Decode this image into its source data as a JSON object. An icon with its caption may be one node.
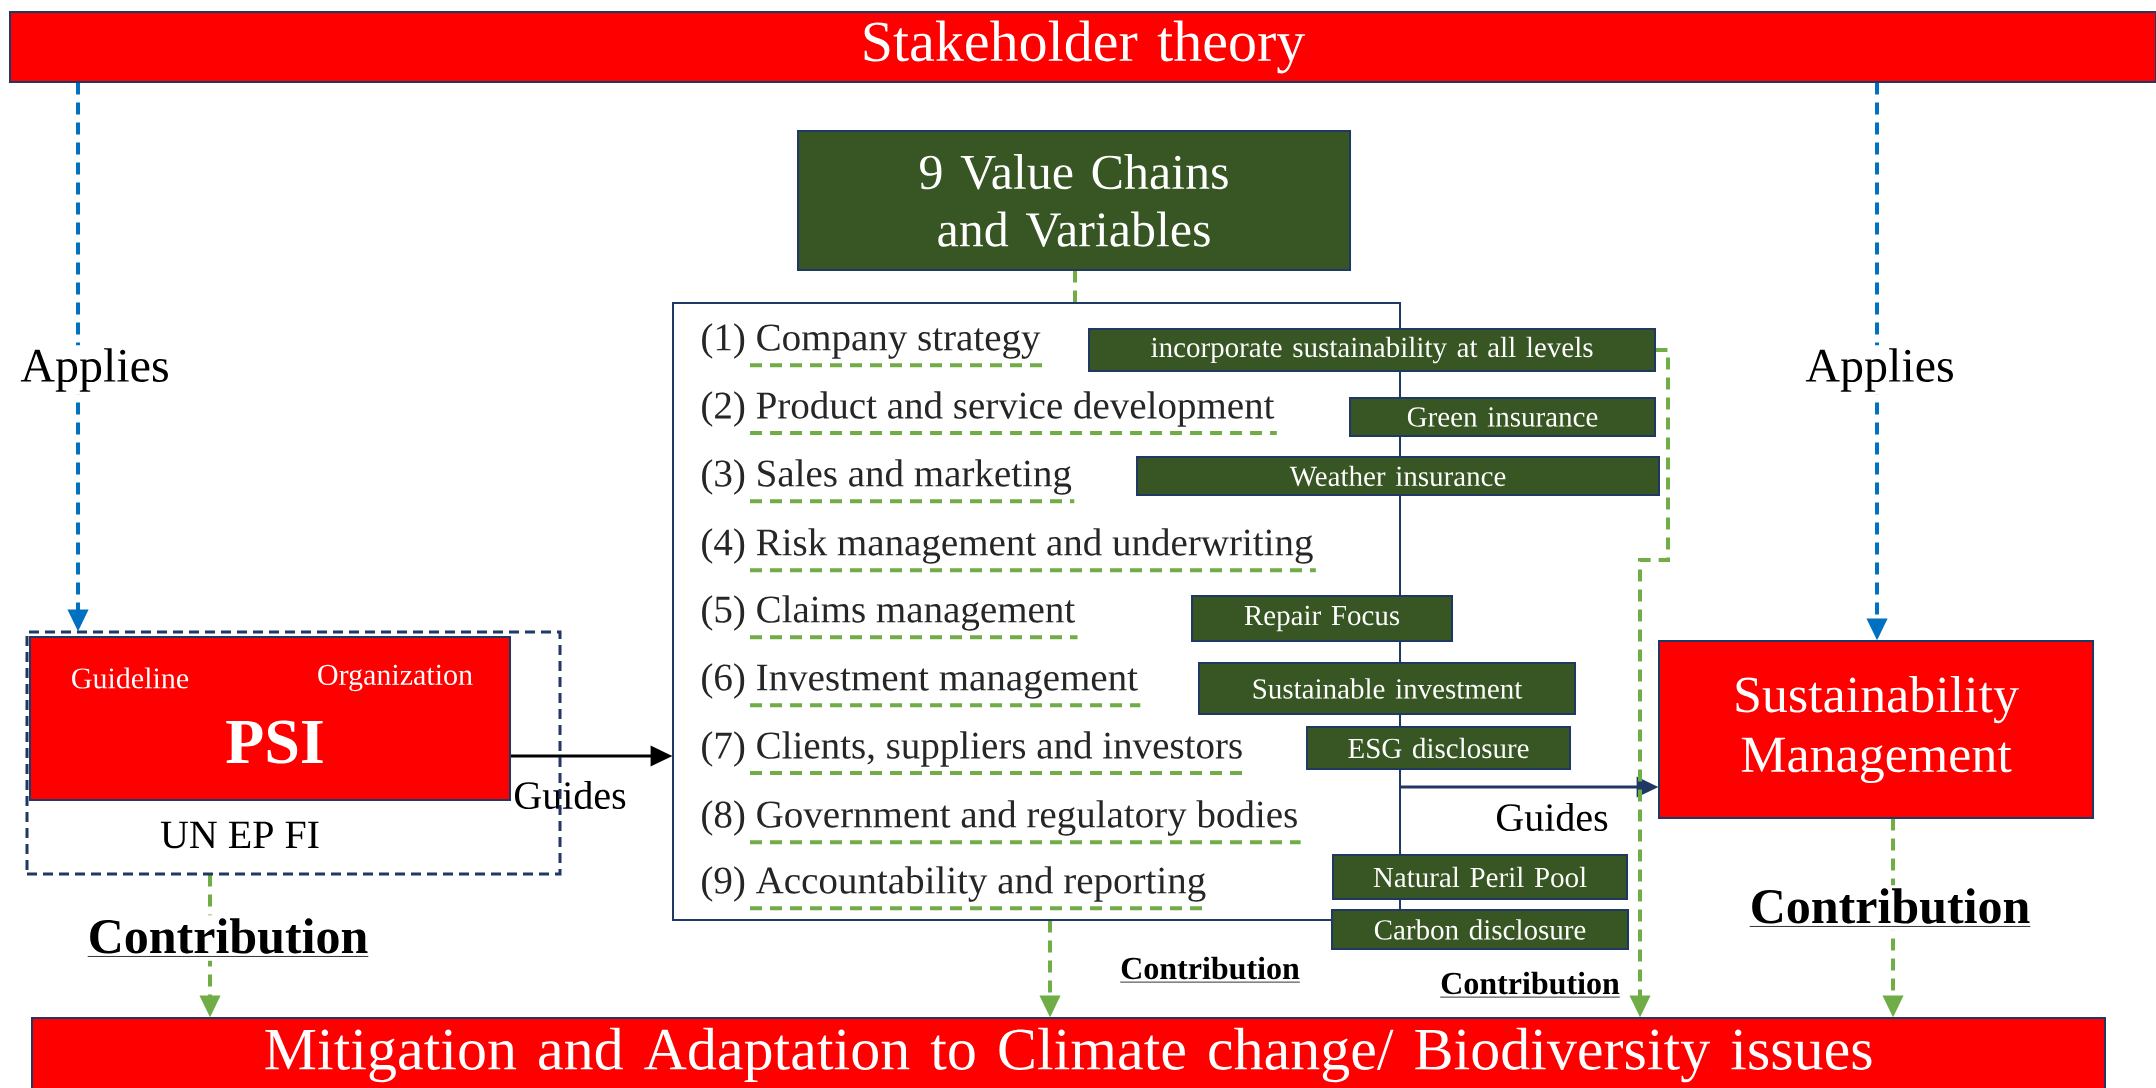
{
  "diagram": {
    "nodes": [
      {
        "text": [
          "Stakeholder theory"
        ]
      },
      {
        "text": [
          "9 Value Chains and Variables"
        ]
      },
      {
        "text": [
          "(1) Company strategy",
          "(2) Product and service development",
          "(3) Sales and marketing",
          "(4) Risk management and underwriting",
          "(5) Claims management",
          "(6) Investment management",
          "(7) Clients, suppliers and investors",
          "(8) Government and regulatory bodies",
          "(9) Accountability and reporting"
        ]
      },
      {
        "text": [
          "incorporate sustainability at all levels"
        ]
      },
      {
        "text": [
          "Green insurance"
        ]
      },
      {
        "text": [
          "Weather insurance"
        ]
      },
      {
        "text": [
          "Repair Focus"
        ]
      },
      {
        "text": [
          "Sustainable investment"
        ]
      },
      {
        "text": [
          "ESG disclosure"
        ]
      },
      {
        "text": [
          "Natural Peril Pool"
        ]
      },
      {
        "text": [
          "Carbon disclosure"
        ]
      },
      {
        "text": [
          "UN EP FI"
        ]
      },
      {
        "text": [
          "Guideline",
          "Organization",
          "PSI"
        ],
        "in": 11
      },
      {
        "text": [
          "Sustainability Management"
        ]
      },
      {
        "text": [
          "Mitigation and Adaptation to Climate change/ Biodiversity issues"
        ]
      }
    ],
    "edges": [
      {
        "from": 0,
        "to": 11,
        "arrow": "to",
        "label": "Applies",
        "style": "dashed",
        "color": "#0070c0"
      },
      {
        "from": 0,
        "to": 13,
        "arrow": "to",
        "label": "Applies",
        "style": "dashed",
        "color": "#0070c0"
      },
      {
        "from": 12,
        "to": 2,
        "arrow": "to",
        "label": "Guides",
        "color": "#000000"
      },
      {
        "from": 2,
        "to": 13,
        "arrow": "to",
        "label": "Guides",
        "color": "#1f3864"
      },
      {
        "from": 1,
        "to": 2,
        "arrow": "none",
        "style": "dashed",
        "color": "#70ad47"
      },
      {
        "from": 11,
        "to": 14,
        "arrow": "to",
        "label": "Contribution",
        "style": "dashed",
        "color": "#70ad47"
      },
      {
        "from": 2,
        "to": 14,
        "arrow": "to",
        "label": "Contribution",
        "style": "dashed",
        "color": "#70ad47"
      },
      {
        "from": 3,
        "to": 14,
        "arrow": "to",
        "label": "Contribution",
        "style": "dashed",
        "color": "#70ad47"
      },
      {
        "from": 13,
        "to": 14,
        "arrow": "to",
        "label": "Contribution",
        "style": "dashed",
        "color": "#70ad47"
      }
    ]
  }
}
